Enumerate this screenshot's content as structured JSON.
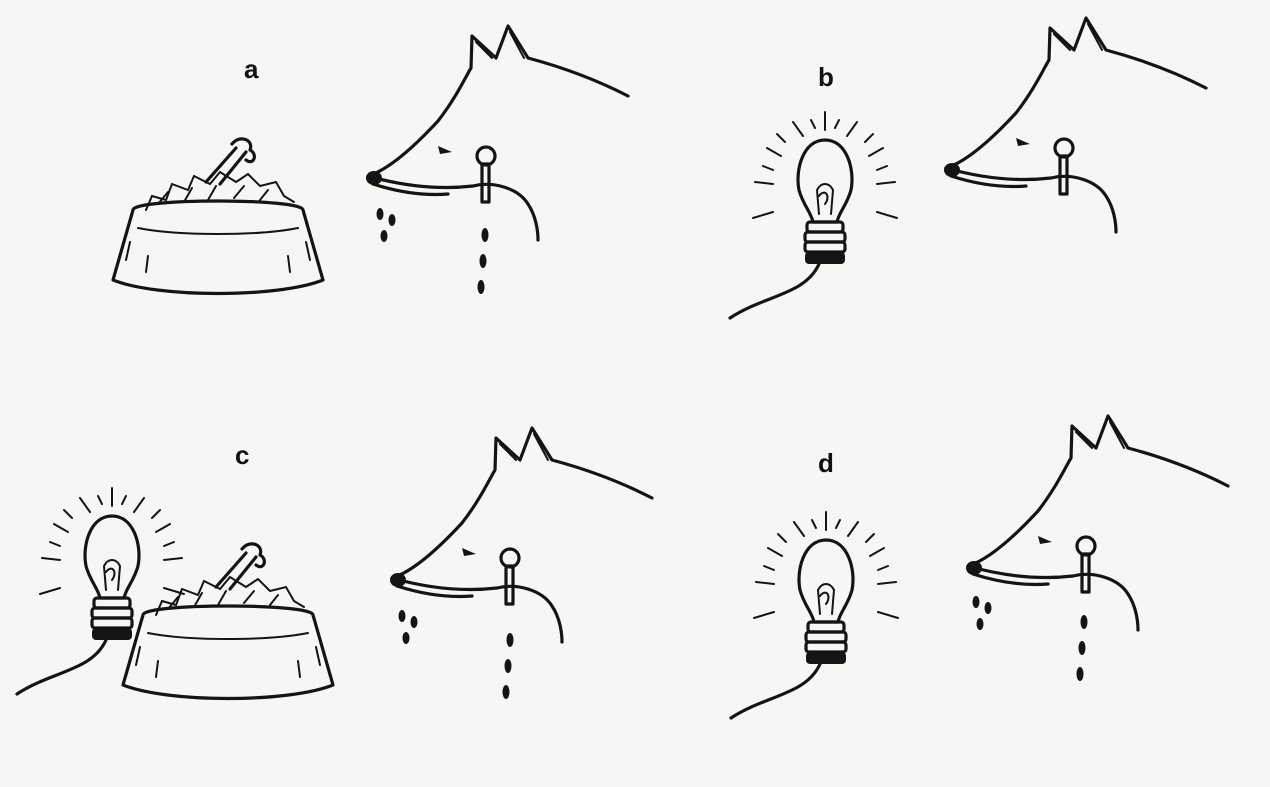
{
  "panels": [
    {
      "id": "a",
      "label": "a"
    },
    {
      "id": "b",
      "label": "b"
    },
    {
      "id": "c",
      "label": "c"
    },
    {
      "id": "d",
      "label": "d"
    }
  ],
  "colors": {
    "ink": "#141414",
    "paper": "#f6f6f4"
  },
  "icons": [
    "food-bowl-icon",
    "light-bulb-icon",
    "dog-head-icon",
    "saliva-drop-icon"
  ]
}
